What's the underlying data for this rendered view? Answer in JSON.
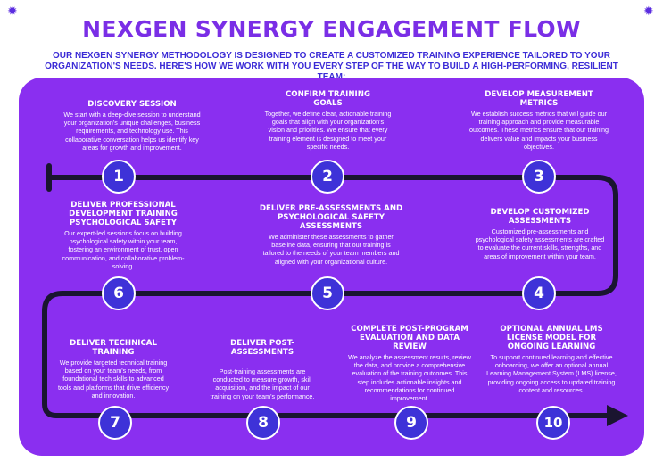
{
  "title": "NEXGEN SYNERGY ENGAGEMENT FLOW",
  "subtitle": "OUR NEXGEN SYNERGY METHODOLOGY IS DESIGNED TO CREATE A CUSTOMIZED TRAINING EXPERIENCE TAILORED TO YOUR ORGANIZATION'S NEEDS. HERE'S HOW WE WORK WITH YOU EVERY STEP OF THE WAY TO BUILD A HIGH-PERFORMING, RESILIENT TEAM:",
  "colors": {
    "accent": "#7a2ee6",
    "panel": "#8a2ff0",
    "circle": "#3e32d8",
    "path": "#1a1530"
  },
  "icons": [
    "star-icon",
    "arrowhead-icon"
  ],
  "steps": [
    {
      "number": "1",
      "title": "DISCOVERY SESSION",
      "text": "We start with a deep-dive session to understand your organization's unique challenges, business requirements, and technology use. This collaborative conversation helps us identify key areas for growth and improvement."
    },
    {
      "number": "2",
      "title": "CONFIRM TRAINING GOALS",
      "text": "Together, we define clear, actionable training goals that align with your organization's vision and priorities. We ensure that every training element is designed to meet your specific needs."
    },
    {
      "number": "3",
      "title": "DEVELOP MEASUREMENT METRICS",
      "text": "We establish success metrics that will guide our training approach and provide measurable outcomes. These metrics ensure that our training delivers value and impacts your business objectives."
    },
    {
      "number": "4",
      "title": "DEVELOP CUSTOMIZED ASSESSMENTS",
      "text": "Customized pre-assessments and psychological safety assessments are crafted to evaluate the current skills, strengths, and areas of improvement within your team."
    },
    {
      "number": "5",
      "title": "DELIVER PRE-ASSESSMENTS AND PSYCHOLOGICAL SAFETY ASSESSMENTS",
      "text": "We administer these assessments to gather baseline data, ensuring that our training is tailored to the needs of your team members and aligned with your organizational culture."
    },
    {
      "number": "6",
      "title": "DELIVER PROFESSIONAL DEVELOPMENT TRAINING PSYCHOLOGICAL SAFETY",
      "text": "Our expert-led sessions focus on building psychological safety within your team, fostering an environment of trust, open communication, and collaborative problem-solving."
    },
    {
      "number": "7",
      "title": "DELIVER TECHNICAL TRAINING",
      "text": "We provide targeted technical training based on your team's needs, from foundational tech skills to advanced tools and platforms that drive efficiency and innovation."
    },
    {
      "number": "8",
      "title": "DELIVER POST-ASSESSMENTS",
      "text": "Post-training assessments are conducted to measure growth, skill acquisition, and the impact of our training on your team's performance."
    },
    {
      "number": "9",
      "title": "COMPLETE POST-PROGRAM EVALUATION AND DATA REVIEW",
      "text": "We analyze the assessment results, review the data, and provide a comprehensive evaluation of the training outcomes. This step includes actionable insights and recommendations for continued improvement."
    },
    {
      "number": "10",
      "title": "OPTIONAL ANNUAL LMS LICENSE MODEL FOR ONGOING LEARNING",
      "text": "To support continued learning and effective onboarding, we offer an optional annual Learning Management System (LMS) license, providing ongoing access to updated training content and resources."
    }
  ]
}
